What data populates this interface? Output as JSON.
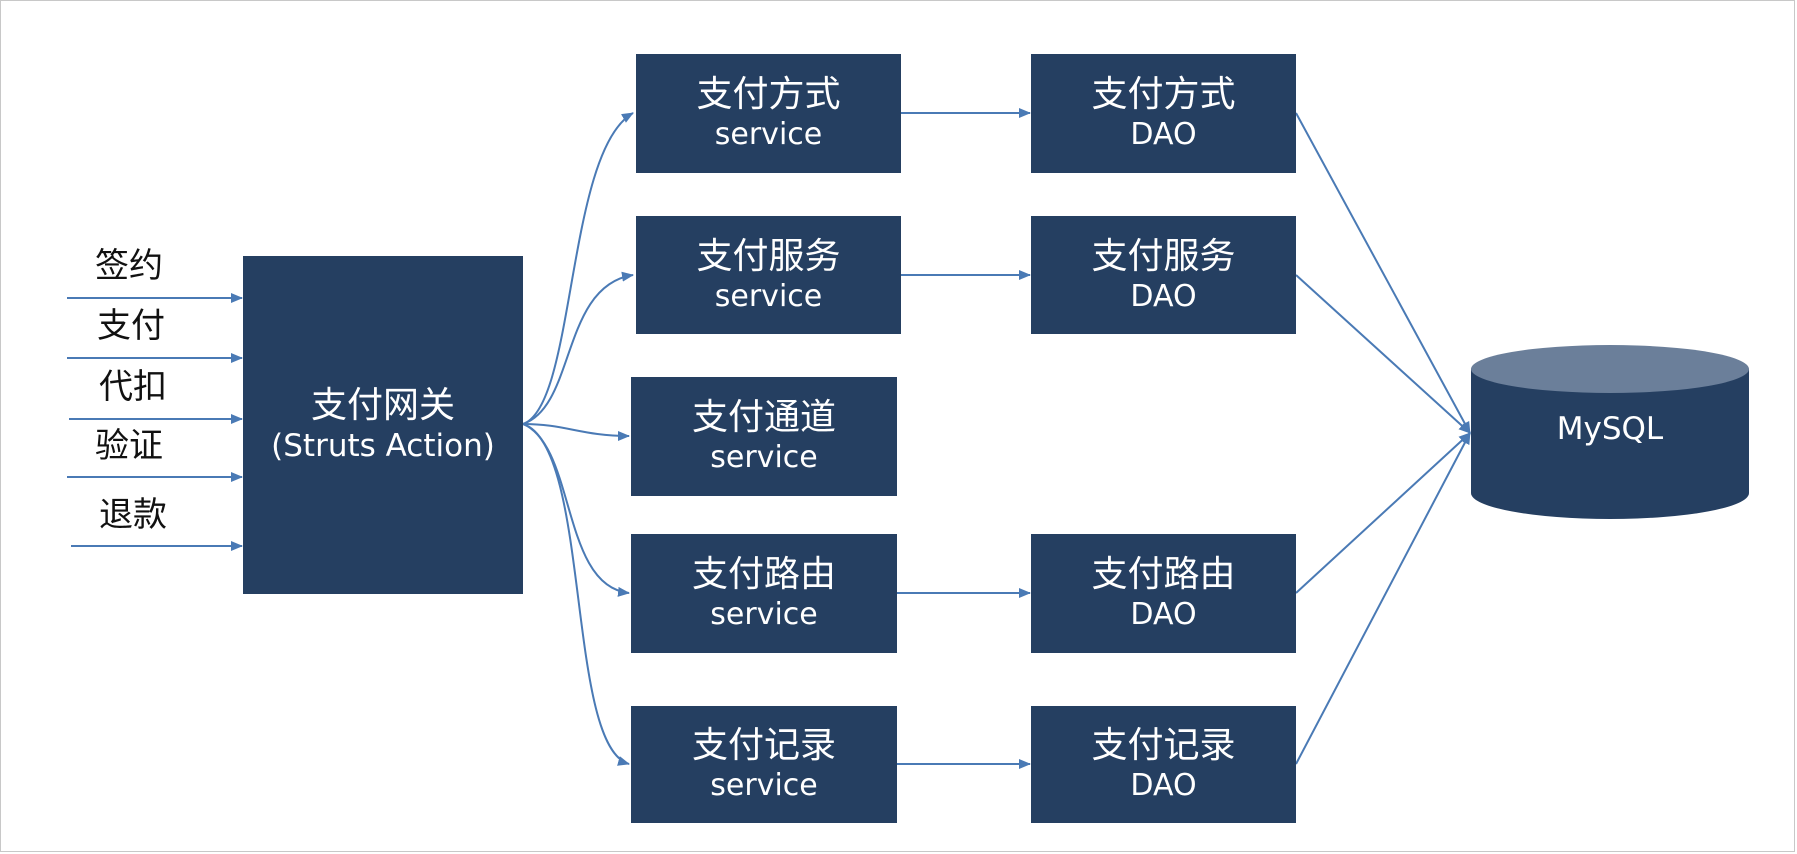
{
  "inputs": [
    "签约",
    "支付",
    "代扣",
    "验证",
    "退款"
  ],
  "gateway": {
    "title": "支付网关",
    "subtitle": "(Struts Action)"
  },
  "services": [
    {
      "title": "支付方式",
      "subtitle": "service"
    },
    {
      "title": "支付服务",
      "subtitle": "service"
    },
    {
      "title": "支付通道",
      "subtitle": "service"
    },
    {
      "title": "支付路由",
      "subtitle": "service"
    },
    {
      "title": "支付记录",
      "subtitle": "service"
    }
  ],
  "daos": [
    {
      "title": "支付方式",
      "subtitle": "DAO"
    },
    {
      "title": "支付服务",
      "subtitle": "DAO"
    },
    {
      "title": "支付路由",
      "subtitle": "DAO"
    },
    {
      "title": "支付记录",
      "subtitle": "DAO"
    }
  ],
  "database": {
    "label": "MySQL"
  },
  "colors": {
    "box_fill": "#253f61",
    "db_top": "#6b7f9a",
    "arrow": "#4a7ab5"
  }
}
